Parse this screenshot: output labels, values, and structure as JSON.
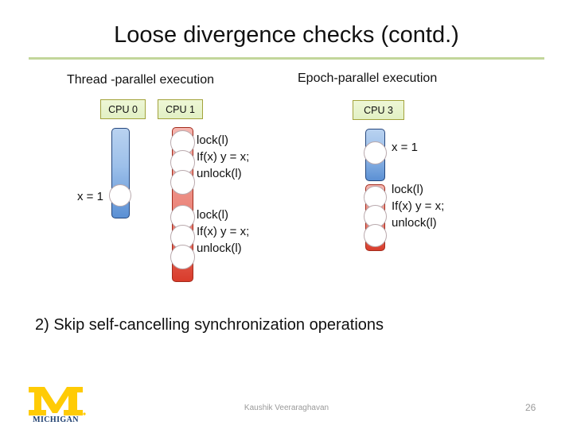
{
  "slide": {
    "title": "Loose divergence checks (contd.)",
    "rule_color": "#c3d69b",
    "bullet": "2) Skip self-cancelling synchronization operations"
  },
  "columns": {
    "thread_heading": "Thread -parallel execution",
    "epoch_heading": "Epoch-parallel execution"
  },
  "cpus": {
    "cpu0": {
      "label": "CPU 0"
    },
    "cpu1": {
      "label": "CPU 1"
    },
    "cpu3": {
      "label": "CPU 3"
    }
  },
  "annotations": {
    "x_assign_left": "x = 1",
    "x_assign_cpu3": "x = 1",
    "code_block_1": {
      "line1": "lock(l)",
      "line2": "If(x) y = x;",
      "line3": "unlock(l)"
    },
    "code_block_2": {
      "line1": "lock(l)",
      "line2": "If(x) y = x;",
      "line3": "unlock(l)"
    },
    "code_block_3": {
      "line1": "lock(l)",
      "line2": "If(x) y = x;",
      "line3": "unlock(l)"
    }
  },
  "colors": {
    "bar_blue_top": "#b9d2f0",
    "bar_blue_bottom": "#5b90d4",
    "bar_red_top": "#f5b6b0",
    "bar_red_bottom": "#d93c2b",
    "cpu_chip_fill": "#e2f0c4",
    "cpu_chip_border": "#a3a33c",
    "accent_rule": "#c3d69b",
    "michigan_maize": "#ffcb05",
    "michigan_blue": "#1c3d6e"
  },
  "footer": {
    "author": "Kaushik Veeraraghavan",
    "page_number": "26",
    "logo_wordmark": "MICHIGAN"
  }
}
